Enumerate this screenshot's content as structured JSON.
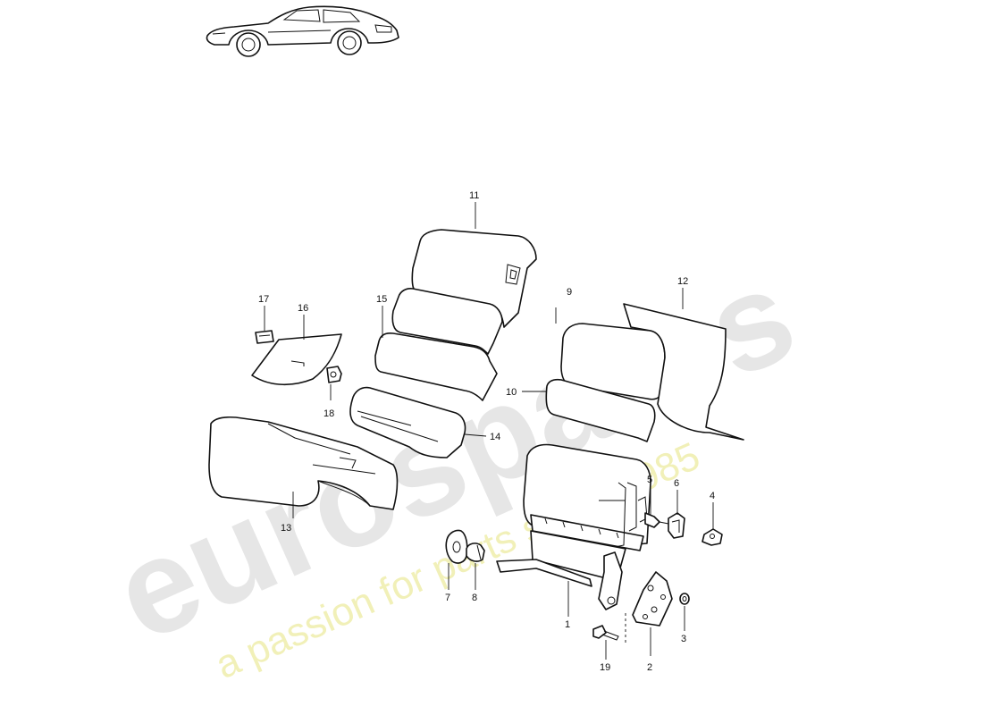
{
  "watermark": {
    "brand": "eurospares",
    "tagline": "a passion for parts since 1985",
    "brand_color": "#e6e6e6",
    "tagline_color": "#f1f0b8"
  },
  "callouts": [
    {
      "id": "c1",
      "label": "1"
    },
    {
      "id": "c2",
      "label": "2"
    },
    {
      "id": "c3",
      "label": "3"
    },
    {
      "id": "c4",
      "label": "4"
    },
    {
      "id": "c5",
      "label": "5"
    },
    {
      "id": "c6",
      "label": "6"
    },
    {
      "id": "c7",
      "label": "7"
    },
    {
      "id": "c8",
      "label": "8"
    },
    {
      "id": "c9",
      "label": "9"
    },
    {
      "id": "c10",
      "label": "10"
    },
    {
      "id": "c11",
      "label": "11"
    },
    {
      "id": "c12",
      "label": "12"
    },
    {
      "id": "c13",
      "label": "13"
    },
    {
      "id": "c14",
      "label": "14"
    },
    {
      "id": "c15",
      "label": "15"
    },
    {
      "id": "c16",
      "label": "16"
    },
    {
      "id": "c17",
      "label": "17"
    },
    {
      "id": "c18",
      "label": "18"
    },
    {
      "id": "c19",
      "label": "19"
    }
  ]
}
